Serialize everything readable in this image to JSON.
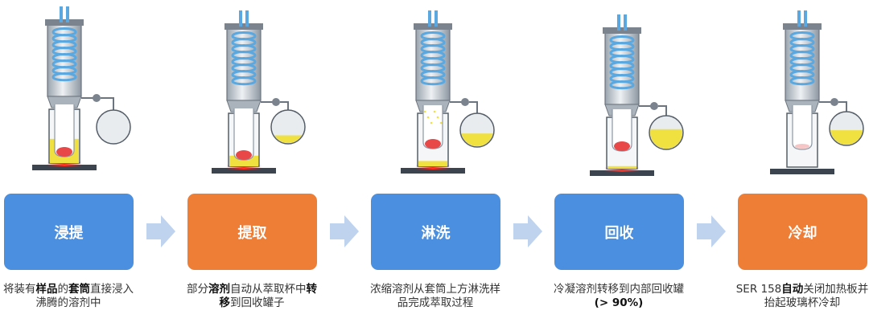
{
  "colors": {
    "blue": "#4a8fe0",
    "orange": "#ee7d36",
    "arrow": "#bfd2ee",
    "coil": "#5aa8df",
    "solvent": "#f0e040",
    "sample": "#e84848",
    "hotplate": "#e82020"
  },
  "steps": [
    {
      "label": "浸提",
      "color_key": "blue",
      "desc": [
        {
          "text": "将装有",
          "bold": false
        },
        {
          "text": "样品",
          "bold": true
        },
        {
          "text": "的",
          "bold": false
        },
        {
          "text": "套筒",
          "bold": true
        },
        {
          "text": "直接浸入沸腾的溶剂中",
          "bold": false
        }
      ]
    },
    {
      "label": "提取",
      "color_key": "orange",
      "desc": [
        {
          "text": "部分",
          "bold": false
        },
        {
          "text": "溶剂",
          "bold": true
        },
        {
          "text": "自动从萃取杯中",
          "bold": false
        },
        {
          "text": "转移",
          "bold": true
        },
        {
          "text": "到回收罐子",
          "bold": false
        }
      ]
    },
    {
      "label": "淋洗",
      "color_key": "blue",
      "desc": [
        {
          "text": "浓缩溶剂从套筒上方淋洗样品完成萃取过程",
          "bold": false
        }
      ]
    },
    {
      "label": "回收",
      "color_key": "blue",
      "desc": [
        {
          "text": "冷凝溶剂转移到内部回收罐",
          "bold": false
        },
        {
          "text": "(> 90%)",
          "bold": true
        }
      ]
    },
    {
      "label": "冷却",
      "color_key": "orange",
      "desc": [
        {
          "text": "SER 158",
          "bold": false
        },
        {
          "text": "自动",
          "bold": true
        },
        {
          "text": "关闭加热板并抬起玻璃杯冷却",
          "bold": false
        }
      ]
    }
  ],
  "apparatus": [
    {
      "cup_liquid": 0.45,
      "tank_fill": 0.0,
      "heater": true,
      "dripping": false,
      "thimble_raised": false
    },
    {
      "cup_liquid": 0.2,
      "tank_fill": 0.25,
      "heater": true,
      "dripping": false,
      "thimble_raised": false
    },
    {
      "cup_liquid": 0.1,
      "tank_fill": 0.4,
      "heater": true,
      "dripping": true,
      "thimble_raised": true
    },
    {
      "cup_liquid": 0.05,
      "tank_fill": 0.6,
      "heater": true,
      "dripping": false,
      "thimble_raised": true
    },
    {
      "cup_liquid": 0.0,
      "tank_fill": 0.45,
      "heater": false,
      "dripping": false,
      "thimble_raised": true
    }
  ]
}
